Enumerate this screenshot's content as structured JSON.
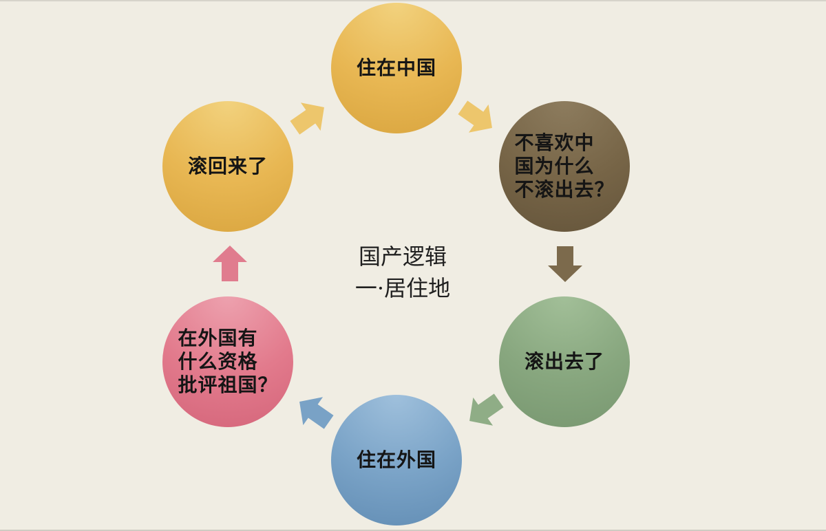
{
  "diagram": {
    "center": {
      "line1": "国产逻辑",
      "line2": "一·居住地"
    },
    "nodes": [
      {
        "id": "top",
        "text": "住在中国",
        "color": "#e8b753"
      },
      {
        "id": "right-top",
        "text": "不喜欢中\n国为什么\n不滚出去？",
        "color": "#776547"
      },
      {
        "id": "right-bottom",
        "text": "滚出去了",
        "color": "#88a77f"
      },
      {
        "id": "bottom",
        "text": "住在外国",
        "color": "#7aa3c7"
      },
      {
        "id": "left-bottom",
        "text": "在外国有\n什么资格\n批评祖国？",
        "color": "#e27a8c"
      },
      {
        "id": "left-top",
        "text": "滚回来了",
        "color": "#e8b753"
      }
    ],
    "arrow_colors": {
      "top_to_right_top": "#edc66c",
      "right_top_to_right_bottom": "#7c6a4c",
      "right_bottom_to_bottom": "#8fad86",
      "bottom_to_left_bottom": "#79a2c6",
      "left_bottom_to_left_top": "#e07c8e",
      "left_top_to_top": "#edc66c"
    }
  }
}
